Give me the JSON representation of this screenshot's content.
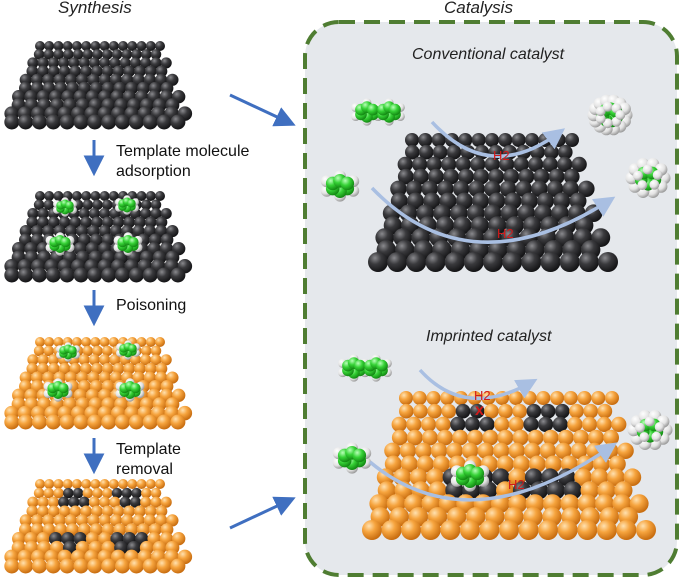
{
  "headers": {
    "synthesis": "Synthesis",
    "catalysis": "Catalysis"
  },
  "steps": {
    "adsorption": [
      "Template molecule",
      "adsorption"
    ],
    "poisoning": [
      "Poisoning"
    ],
    "removal": [
      "Template",
      "removal"
    ]
  },
  "panels": {
    "conventional": {
      "title": "Conventional catalyst",
      "h2_labels": [
        "H2",
        "H2"
      ]
    },
    "imprinted": {
      "title": "Imprinted catalyst",
      "h2_labels": [
        "H2",
        "H2"
      ],
      "blocked_mark": "x"
    }
  },
  "colors": {
    "dark_atom": "#2d2d2f",
    "orange_atom": "#f29a32",
    "carbon_green": "#3ecb3e",
    "hydrogen": "#e9e9e9",
    "arrow_blue": "#3f6fc0",
    "panel_fill": "#e5e8ec",
    "panel_border": "#4f7d32",
    "label_red": "#d21a1a"
  }
}
